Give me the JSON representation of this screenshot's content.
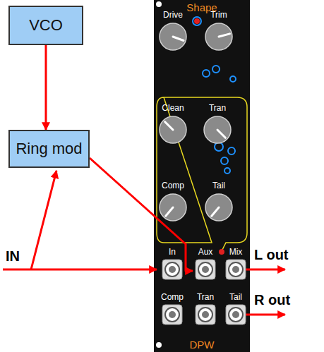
{
  "diagram": {
    "nodes": [
      {
        "text": [
          "VCO"
        ]
      },
      {
        "text": [
          "Ring mod"
        ]
      },
      {
        "text": [
          "Shape",
          "DPW"
        ]
      },
      {
        "text": [
          "Drive"
        ],
        "in": 2
      },
      {
        "text": [
          "Trim"
        ],
        "in": 2
      },
      {
        "text": [
          "Clean"
        ],
        "in": 2
      },
      {
        "text": [
          "Tran"
        ],
        "in": 2
      },
      {
        "text": [
          "Comp"
        ],
        "in": 2
      },
      {
        "text": [
          "Tail"
        ],
        "in": 2
      },
      {
        "text": [
          "In"
        ],
        "in": 2
      },
      {
        "text": [
          "Aux"
        ],
        "in": 2
      },
      {
        "text": [
          "Mix"
        ],
        "in": 2
      },
      {
        "text": [
          "Comp"
        ],
        "in": 2
      },
      {
        "text": [
          "Tran"
        ],
        "in": 2
      },
      {
        "text": [
          "Tail"
        ],
        "in": 2
      }
    ],
    "edges": [
      {
        "from": 0,
        "to": 1,
        "arrow": "to"
      },
      {
        "from": 1,
        "to": 10,
        "arrow": "to"
      }
    ],
    "labels": [
      "IN",
      "L out",
      "R out"
    ]
  }
}
